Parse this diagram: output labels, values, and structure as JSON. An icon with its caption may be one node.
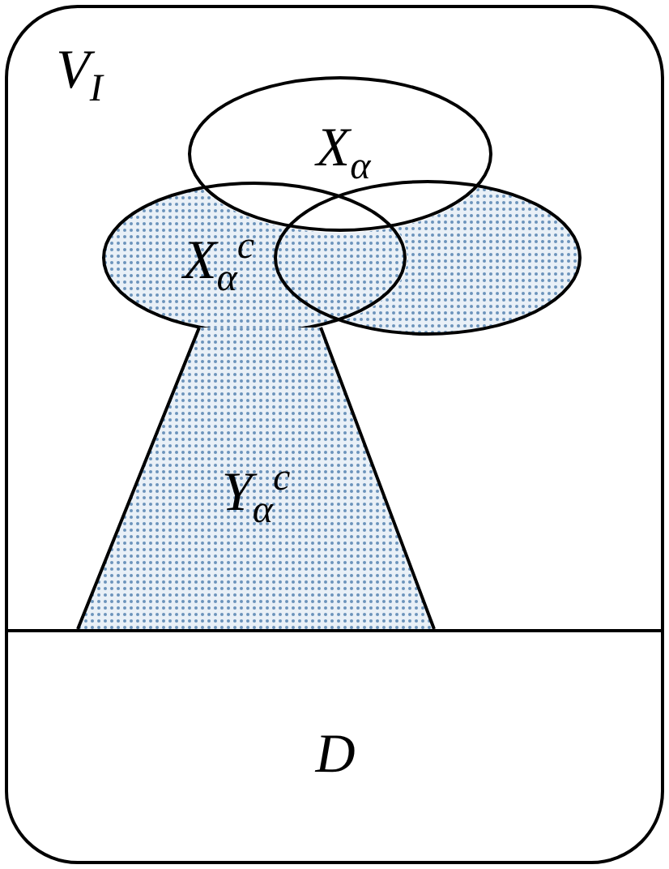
{
  "diagram": {
    "nodes": [
      {
        "text": [
          "V$_{I}$"
        ]
      },
      {
        "text": [
          "X$_{α}$"
        ],
        "in": 0
      },
      {
        "text": [
          "X$_{α}$$^{c}$"
        ],
        "in": 0
      },
      {
        "text": [],
        "shape": "ellipse",
        "in": 0
      },
      {
        "text": [
          "Y$_{α}$$^{c}$"
        ],
        "in": 0
      },
      {
        "text": [
          "D"
        ],
        "in": 0
      }
    ]
  }
}
